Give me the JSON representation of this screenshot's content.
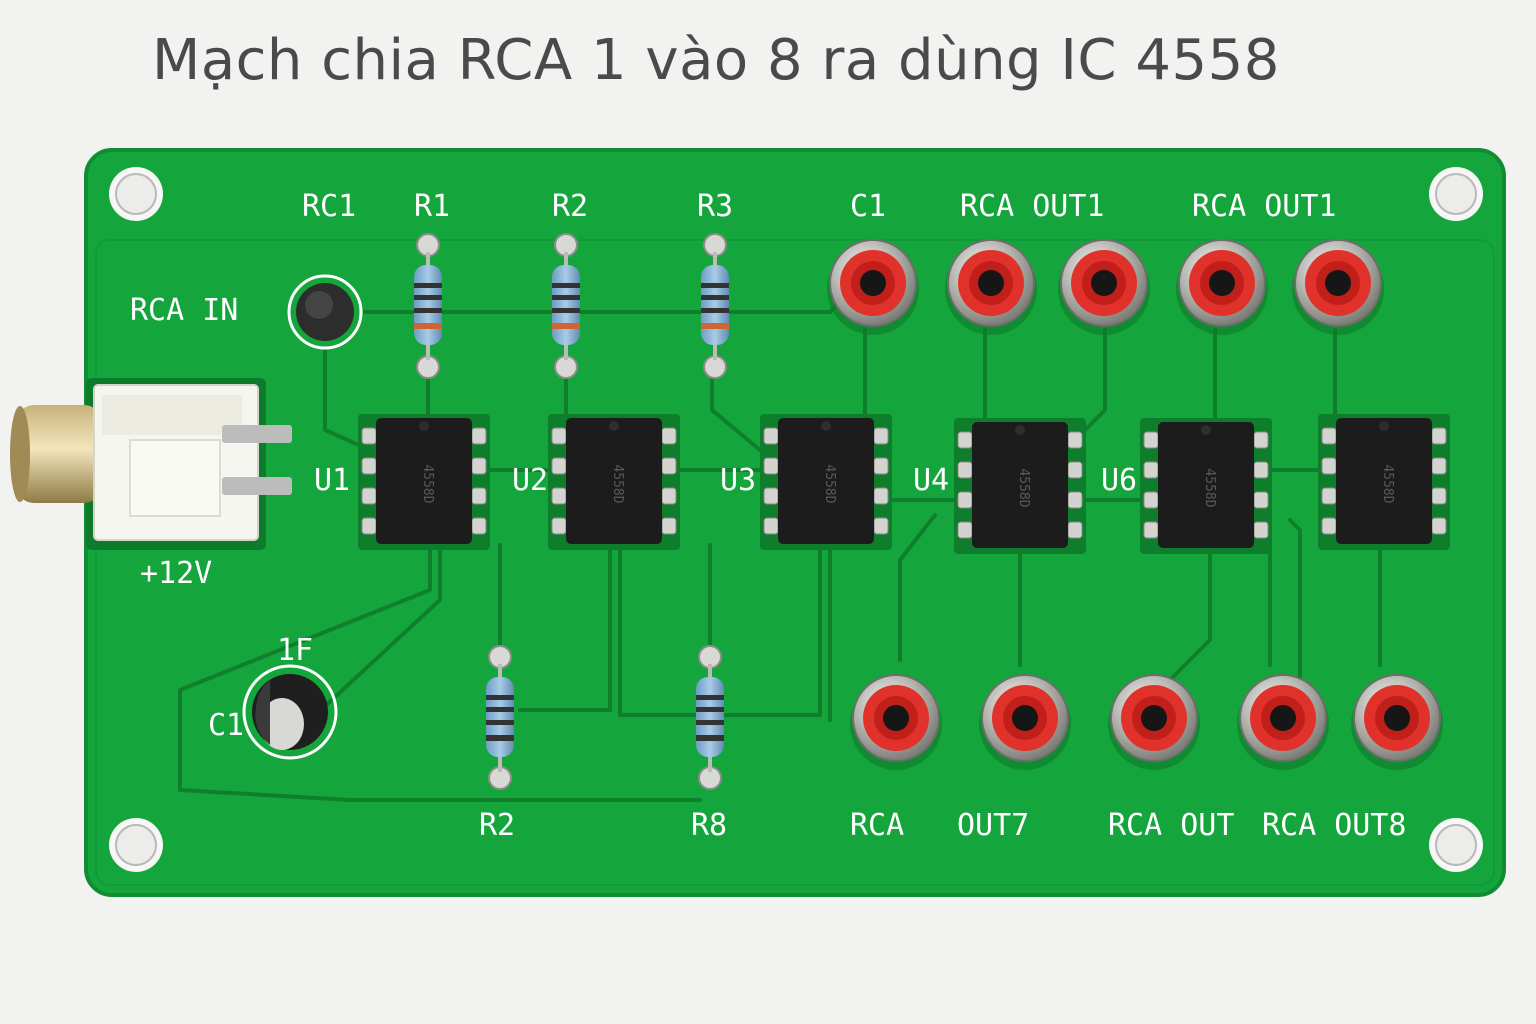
{
  "title": "Mạch chia RCA 1 vào 8 ra dùng IC 4558",
  "colors": {
    "pcb": "#14a63c",
    "pcb_edge": "#0f8d30",
    "trace": "#0f7f2b",
    "silkscreen": "#ffffff",
    "rca_insert": "#e0322b",
    "ic_body": "#1c1c1c",
    "metal": "#c9c9c5"
  },
  "labels": {
    "rc1": "RC1",
    "r1": "R1",
    "r2_top": "R2",
    "r3": "R3",
    "c1_top": "C1",
    "rca_out_a": "RCA OUT1",
    "rca_out_b": "RCA OUT1",
    "rca_in": "RCA IN",
    "u1": "U1",
    "u2": "U2",
    "u3": "U3",
    "u4": "U4",
    "u6": "U6",
    "plus12v": "+12V",
    "cap_value": "1F",
    "c1_bottom": "C1",
    "r2_bottom": "R2",
    "r8": "R8",
    "rca_b1": "RCA",
    "out7": "OUT7",
    "rca_out_bottom": "RCA OUT",
    "rca_out8": "RCA OUT8"
  },
  "chip_markings": {
    "ic1": "4558D",
    "ic2": "4558D",
    "ic3": "4558D",
    "ic4": "4558D",
    "ic5": "4558D",
    "ic6": "4558D"
  },
  "icons": [
    "rca-jack-icon",
    "dip8-ic-icon",
    "resistor-icon",
    "capacitor-icon",
    "power-connector-icon",
    "mounting-hole-icon"
  ]
}
